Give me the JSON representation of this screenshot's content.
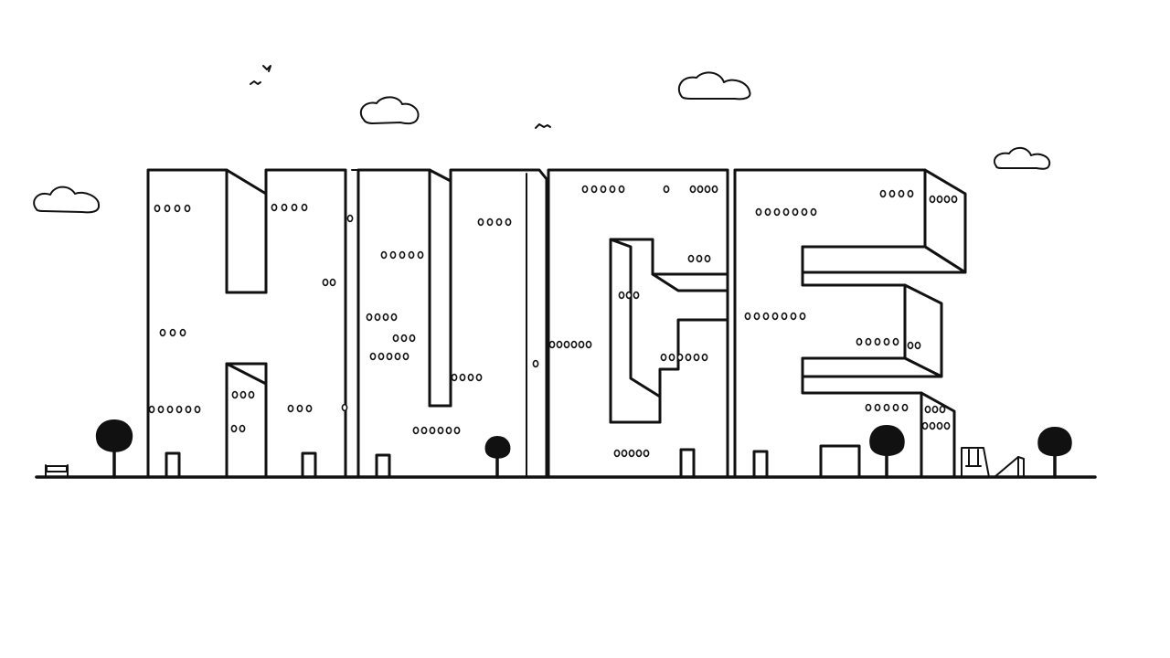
{
  "scene": {
    "word": "HUGE",
    "letters": [
      "H",
      "U",
      "G",
      "E"
    ],
    "style": "hand-drawn black line art on white",
    "colors": {
      "ink": "#111111",
      "background": "#ffffff"
    },
    "items": {
      "clouds": 4,
      "birds": 3,
      "trees": 4,
      "benches": 1,
      "swings": 1,
      "slides": 1
    }
  }
}
